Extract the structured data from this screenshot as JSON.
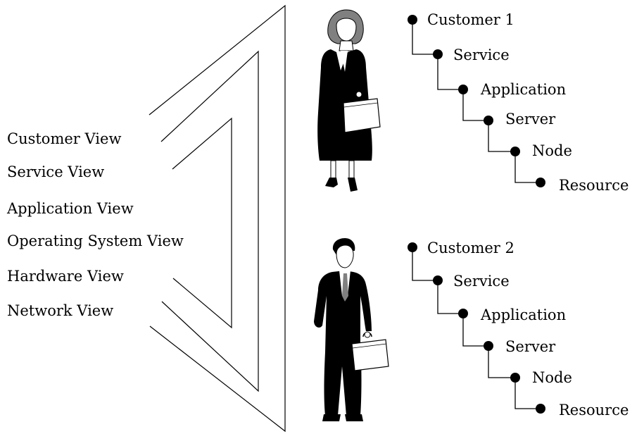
{
  "view_layers": [
    {
      "label": "Customer View"
    },
    {
      "label": "Service View"
    },
    {
      "label": "Application View"
    },
    {
      "label": "Operating System View"
    },
    {
      "label": "Hardware View"
    },
    {
      "label": "Network View"
    }
  ],
  "customers": [
    {
      "figure": "woman-with-briefcase",
      "nodes": [
        {
          "label": "Customer 1",
          "level": 0
        },
        {
          "label": "Service",
          "level": 1
        },
        {
          "label": "Application",
          "level": 2
        },
        {
          "label": "Server",
          "level": 3
        },
        {
          "label": "Node",
          "level": 4
        },
        {
          "label": "Resource",
          "level": 5
        }
      ]
    },
    {
      "figure": "man-with-briefcase",
      "nodes": [
        {
          "label": "Customer 2",
          "level": 0
        },
        {
          "label": "Service",
          "level": 1
        },
        {
          "label": "Application",
          "level": 2
        },
        {
          "label": "Server",
          "level": 3
        },
        {
          "label": "Node",
          "level": 4
        },
        {
          "label": "Resource",
          "level": 5
        }
      ]
    }
  ],
  "colors": {
    "ink": "#000000",
    "skin": "#ffffff",
    "hair_woman": "#808080",
    "tie": "#808080",
    "briefcase": "#ffffff"
  }
}
